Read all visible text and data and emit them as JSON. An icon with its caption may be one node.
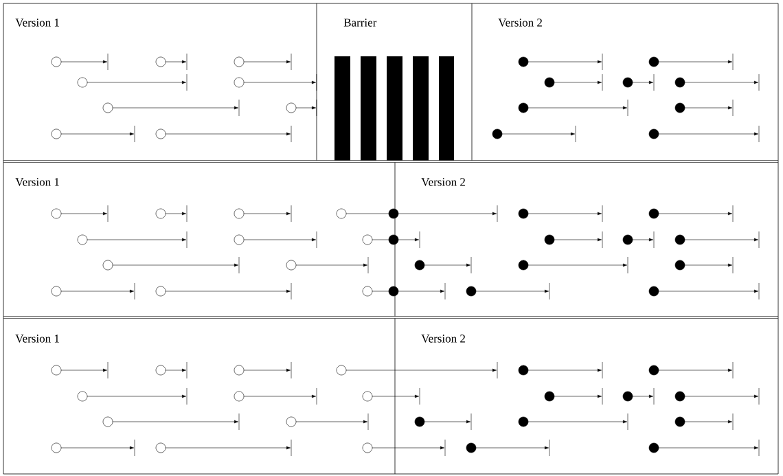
{
  "diagram": {
    "labels": [
      "Version 1",
      "Barrier",
      "Version 2",
      "Version 1",
      "Version 2",
      "Version 1",
      "Version 2"
    ]
  }
}
